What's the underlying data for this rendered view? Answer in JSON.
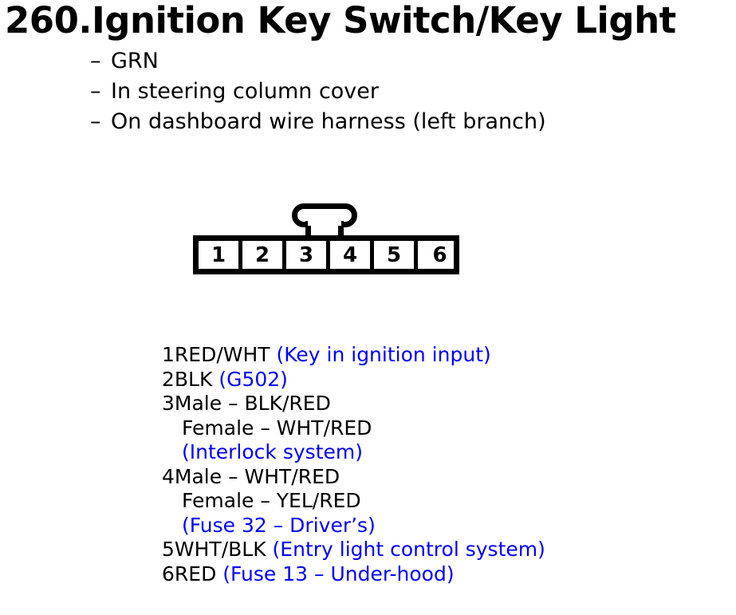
{
  "document": {
    "title": "260.Ignition Key Switch/Key Light",
    "accent_color": "#0000ff",
    "text_color": "#000000",
    "background_color": "#ffffff"
  },
  "notes": {
    "dash": "–",
    "items": [
      "GRN",
      "In steering column cover",
      "On dashboard wire harness (left branch)"
    ]
  },
  "connector": {
    "pin_count": 6,
    "pins": [
      "1",
      "2",
      "3",
      "4",
      "5",
      "6"
    ],
    "latch": "latch-tab"
  },
  "pinout": {
    "lines": [
      {
        "wire": "1RED/WHT ",
        "desc": "(Key in ignition input)",
        "indent": false
      },
      {
        "wire": "2BLK  ",
        "desc": "(G502)",
        "indent": false
      },
      {
        "wire": "3Male – BLK/RED",
        "desc": "",
        "indent": false
      },
      {
        "wire": "Female – WHT/RED",
        "desc": "",
        "indent": true
      },
      {
        "wire": "",
        "desc": "(Interlock system)",
        "indent": true
      },
      {
        "wire": "4Male – WHT/RED",
        "desc": "",
        "indent": false
      },
      {
        "wire": "Female – YEL/RED",
        "desc": "",
        "indent": true
      },
      {
        "wire": "",
        "desc": "(Fuse 32 – Driver’s)",
        "indent": true
      },
      {
        "wire": "5WHT/BLK ",
        "desc": "(Entry light control system)",
        "indent": false
      },
      {
        "wire": "6RED  ",
        "desc": "(Fuse 13 – Under-hood)",
        "indent": false
      }
    ]
  }
}
